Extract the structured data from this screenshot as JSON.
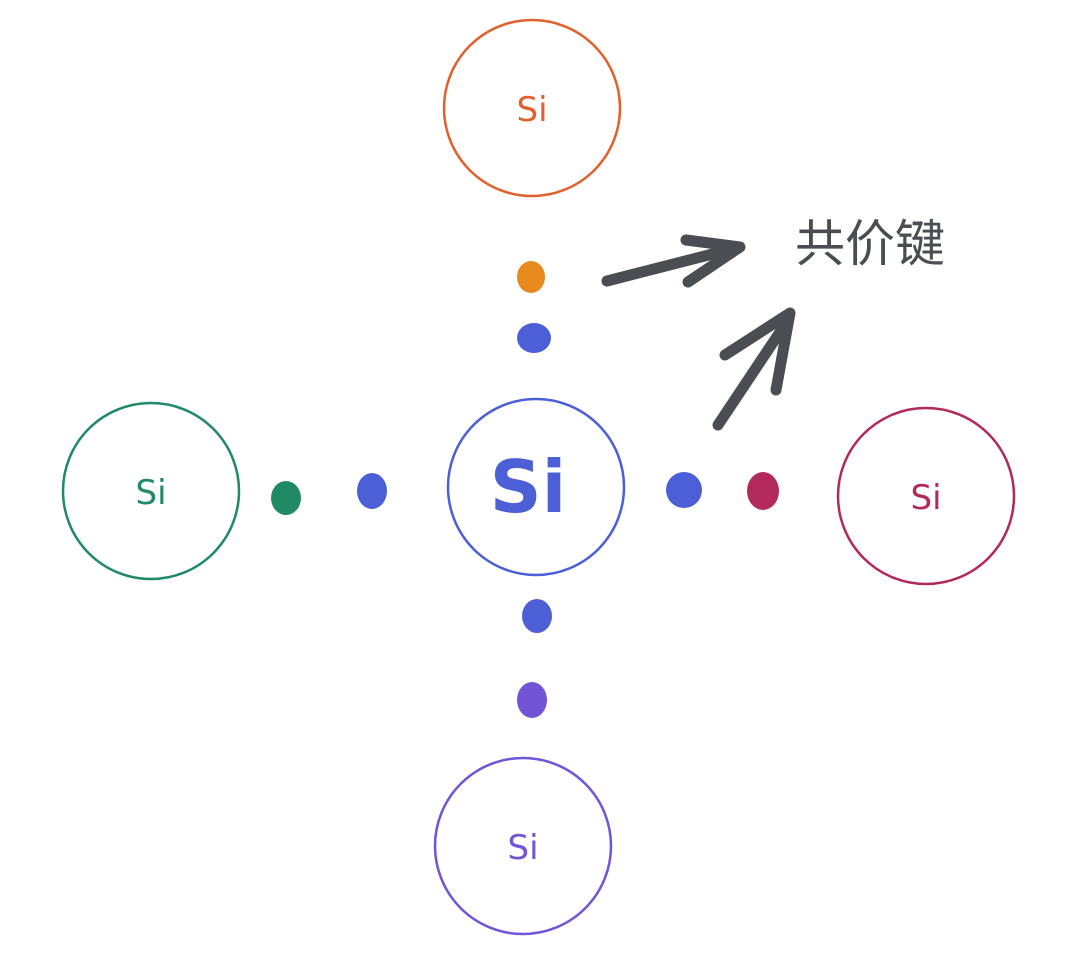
{
  "atoms": {
    "center": {
      "symbol": "Si",
      "color": "#4c5fd7"
    },
    "top": {
      "symbol": "Si",
      "color": "#e0612c"
    },
    "left": {
      "symbol": "Si",
      "color": "#1f8a64"
    },
    "right": {
      "symbol": "Si",
      "color": "#b22a5a"
    },
    "bottom": {
      "symbol": "Si",
      "color": "#7255d6"
    }
  },
  "electrons": {
    "top_outer": "#e88a1e",
    "left_outer": "#1f8a64",
    "right_outer": "#b22a5a",
    "bottom_outer": "#7255d6",
    "shared_inner": "#4c5fd7"
  },
  "annotation": {
    "label": "共价键",
    "arrow_color": "#4a4e52"
  }
}
